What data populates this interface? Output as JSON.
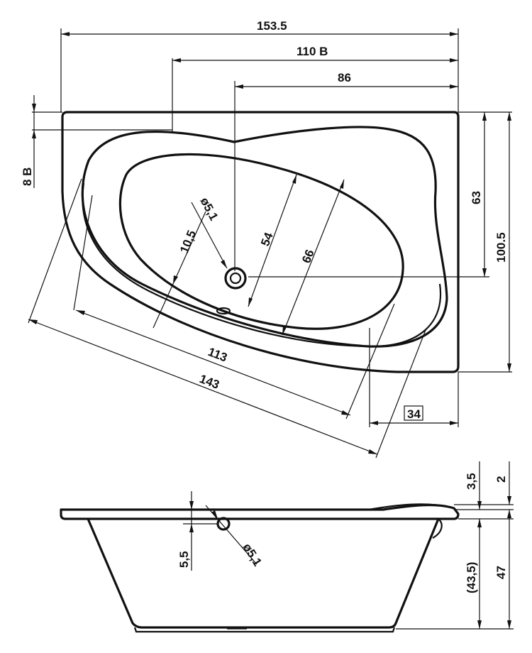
{
  "top_view": {
    "dims": {
      "overall_width": "153.5",
      "width_110": "110 B",
      "drain_offset": "86",
      "rim_8": "8 B",
      "depth_63": "63",
      "overall_depth": "100.5",
      "drain_dia": "ø5,1",
      "inner_width": "54",
      "outer_width": "66",
      "offset_10_5": "10,5",
      "inner_length": "113",
      "outer_length": "143",
      "boxed_34": "34"
    }
  },
  "side_view": {
    "dims": {
      "rim_3_5": "3,5",
      "rim_2": "2",
      "overflow_5_5": "5,5",
      "overflow_dia": "ø5,1",
      "depth_43_5": "(43,5)",
      "height_47": "47"
    }
  }
}
